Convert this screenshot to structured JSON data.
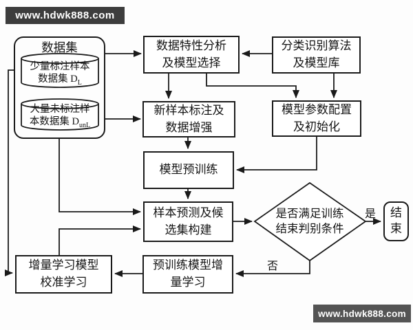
{
  "watermarks": {
    "top_left": "www.hdwk888.com",
    "bottom_right": "www.hdwk888.com"
  },
  "dataset": {
    "title": "数据集",
    "labeled_cylinder": {
      "line1": "少量标注样本",
      "line2": "数据集 D",
      "subscript": "L"
    },
    "unlabeled_cylinder": {
      "line1": "大量未标注样",
      "line2": "本数据集 D",
      "subscript": "unL"
    }
  },
  "nodes": {
    "data_analysis": {
      "line1": "数据特性分析",
      "line2": "及模型选择"
    },
    "algorithm_library": {
      "line1": "分类识别算法",
      "line2": "及模型库"
    },
    "sample_labeling": {
      "line1": "新样本标注及",
      "line2": "数据增强"
    },
    "param_config": {
      "line1": "模型参数配置",
      "line2": "及初始化"
    },
    "pretraining": {
      "label": "模型预训练"
    },
    "sample_prediction": {
      "line1": "样本预测及候",
      "line2": "选集构建"
    },
    "decision": {
      "line1": "是否满足训练",
      "line2": "结束判别条件"
    },
    "end": {
      "line1": "结",
      "line2": "束"
    },
    "incremental_learning": {
      "line1": "预训练模型增",
      "line2": "量学习"
    },
    "calibration_learning": {
      "line1": "增量学习模型",
      "line2": "校准学习"
    }
  },
  "edge_labels": {
    "yes": "是",
    "no": "否"
  },
  "edges": [
    {
      "from": "dataset",
      "to": "data_analysis"
    },
    {
      "from": "algorithm_library",
      "to": "data_analysis"
    },
    {
      "from": "dataset",
      "to": "sample_labeling"
    },
    {
      "from": "data_analysis",
      "to": "sample_labeling"
    },
    {
      "from": "data_analysis",
      "to": "param_config"
    },
    {
      "from": "algorithm_library",
      "to": "param_config"
    },
    {
      "from": "sample_labeling",
      "to": "pretraining"
    },
    {
      "from": "param_config",
      "to": "pretraining"
    },
    {
      "from": "pretraining",
      "to": "sample_prediction"
    },
    {
      "from": "dataset",
      "to": "sample_prediction"
    },
    {
      "from": "calibration_learning",
      "to": "sample_prediction"
    },
    {
      "from": "sample_prediction",
      "to": "decision"
    },
    {
      "from": "decision",
      "to": "end",
      "label": "是"
    },
    {
      "from": "decision",
      "to": "incremental_learning",
      "label": "否"
    },
    {
      "from": "incremental_learning",
      "to": "calibration_learning"
    },
    {
      "from": "dataset",
      "to": "calibration_learning"
    }
  ],
  "colors": {
    "stroke": "#1a1a1a",
    "node_fill": "#ffffff",
    "background": "#fdfdfd",
    "watermark_top_bg": "#3d3d3d",
    "watermark_bottom_bg": "#545454",
    "watermark_text": "#ffffff"
  }
}
